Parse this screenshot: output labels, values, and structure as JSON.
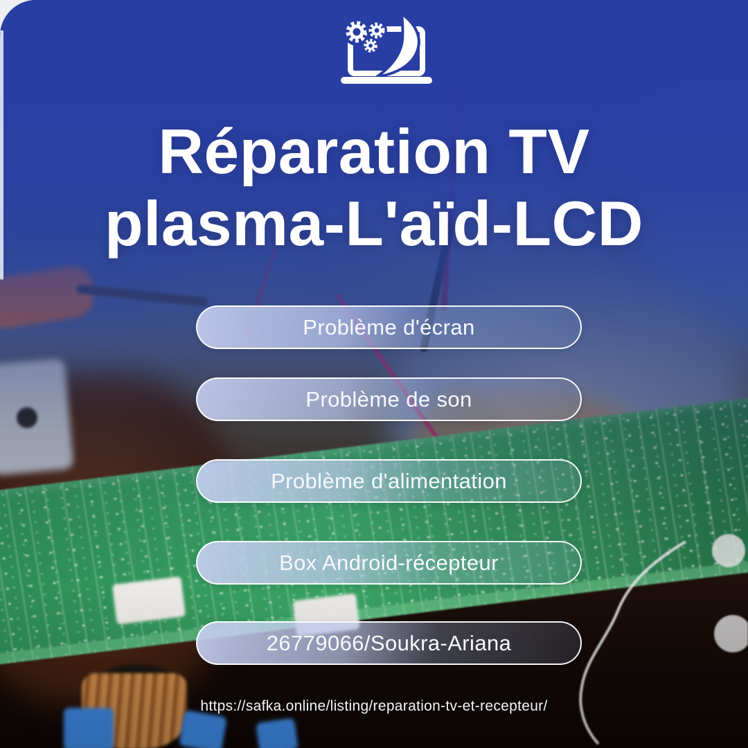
{
  "logo": {
    "name": "laptop-with-gears-logo"
  },
  "title": {
    "line1": "Réparation TV",
    "line2": "plasma-L'aïd-LCD"
  },
  "buttons": [
    {
      "label": "Problème d'écran"
    },
    {
      "label": "Problème de son"
    },
    {
      "label": "Problème d'alimentation"
    },
    {
      "label": "Box Android-récepteur"
    },
    {
      "label": "26779066/Soukra-Ariana"
    }
  ],
  "footer": {
    "url": "https://safka.online/listing/reparation-tv-et-recepteur/"
  },
  "colors": {
    "overlay_blue": "#293ea4",
    "pill_fill": "#c5ceF0",
    "pcb_green": "#2f8f55",
    "text": "#ffffff"
  }
}
